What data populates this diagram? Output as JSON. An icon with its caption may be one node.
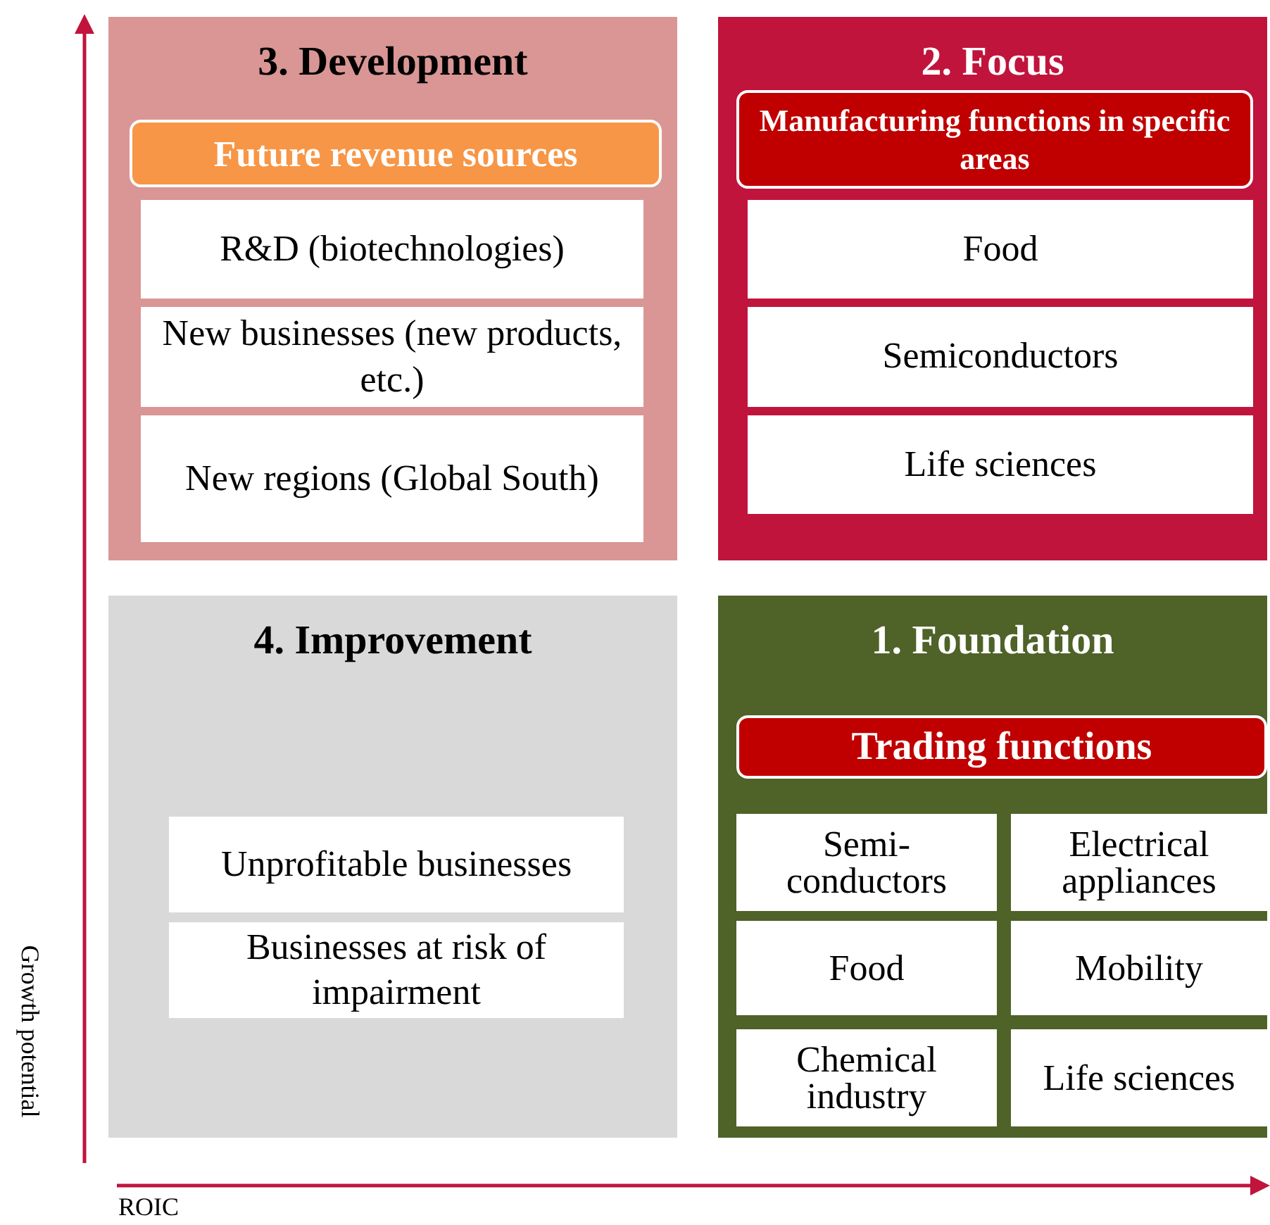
{
  "diagram": {
    "nodes": [
      {
        "text": [
          "3. Development"
        ]
      },
      {
        "text": [
          "Future revenue sources"
        ],
        "in": 0
      },
      {
        "text": [
          "R&D (biotechnologies)"
        ],
        "in": 0
      },
      {
        "text": [
          "New businesses (new products, etc.)"
        ],
        "in": 0
      },
      {
        "text": [
          "New regions (Global South)"
        ],
        "in": 0
      },
      {
        "text": [
          "2. Focus"
        ]
      },
      {
        "text": [
          "Manufacturing functions in specific areas"
        ],
        "in": 5
      },
      {
        "text": [
          "Food"
        ],
        "in": 5
      },
      {
        "text": [
          "Semiconductors"
        ],
        "in": 5
      },
      {
        "text": [
          "Life sciences"
        ],
        "in": 5
      },
      {
        "text": [
          "4. Improvement"
        ]
      },
      {
        "text": [
          "Unprofitable businesses"
        ],
        "in": 10
      },
      {
        "text": [
          "Businesses at risk of impairment"
        ],
        "in": 10
      },
      {
        "text": [
          "1. Foundation"
        ]
      },
      {
        "text": [
          "Trading functions"
        ],
        "in": 13
      },
      {
        "text": [
          "Semi- conductors"
        ],
        "in": 13
      },
      {
        "text": [
          "Electrical appliances"
        ],
        "in": 13
      },
      {
        "text": [
          "Food"
        ],
        "in": 13
      },
      {
        "text": [
          "Mobility"
        ],
        "in": 13
      },
      {
        "text": [
          "Chemical industry"
        ],
        "in": 13
      },
      {
        "text": [
          "Life sciences"
        ],
        "in": 13
      }
    ],
    "labels": [
      "Growth potential",
      "ROIC"
    ]
  }
}
